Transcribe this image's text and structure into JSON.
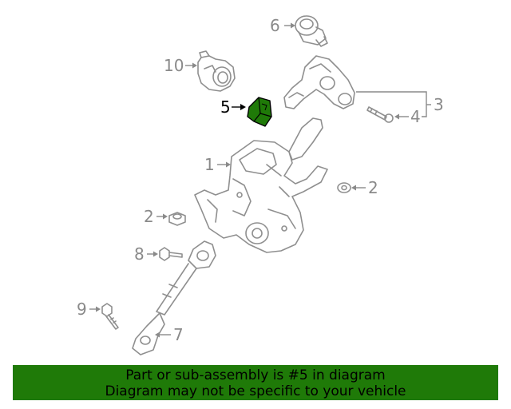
{
  "callouts": {
    "c1": "1",
    "c2a": "2",
    "c2b": "2",
    "c3": "3",
    "c4": "4",
    "c5": "5",
    "c6": "6",
    "c7": "7",
    "c8": "8",
    "c9": "9",
    "c10": "10"
  },
  "highlight": {
    "part": "5",
    "color": "#1f7a08"
  },
  "banner": {
    "line1": "Part or sub-assembly is #5 in diagram",
    "line2": "Diagram may not be specific to your vehicle"
  }
}
